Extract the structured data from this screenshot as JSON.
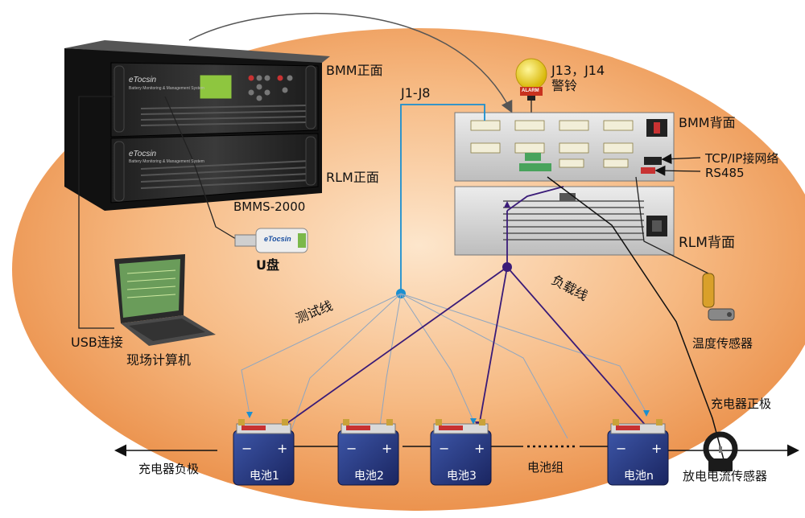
{
  "colors": {
    "background_ellipse": "#f2a868",
    "test_line": "#1a8fd0",
    "load_line": "#3a1b78",
    "chassis": "#2b2b2b",
    "panel": "#d8d8d8",
    "battery": "#2b3f8a",
    "lcd": "#8ec63f",
    "alarm": "#f2d81c"
  },
  "labels": {
    "bmm_front": "BMM正面",
    "rlm_front": "RLM正面",
    "bmms_model": "BMMS-2000",
    "u_disk": "U盘",
    "usb_link": "USB连接",
    "site_computer": "现场计算机",
    "j1_j8": "J1-J8",
    "j13_j14": "J13，J14",
    "alarm_bell": "警铃",
    "bmm_back": "BMM背面",
    "tcp_ip": "TCP/IP接网络",
    "rs485": "RS485",
    "rlm_back": "RLM背面",
    "test_wire": "测试线",
    "load_wire": "负载线",
    "temp_sensor": "温度传感器",
    "charger_positive": "充电器正极",
    "charger_negative": "充电器负极",
    "discharge_sensor": "放电电流传感器",
    "battery_group": "电池组"
  },
  "device": {
    "brand": "eTocsin",
    "bmm_subtitle": "Battery Monitoring & Management System",
    "rlm_subtitle": "Battery Monitoring & Management System",
    "usb_brand": "eTocsin",
    "alarm_text": "ALARM"
  },
  "icons": {
    "alarm": "alarm-bell-icon",
    "usb": "usb-drive-icon",
    "laptop": "laptop-icon",
    "sensor": "temperature-sensor-icon",
    "current_sensor": "current-clamp-icon"
  },
  "batteries": [
    {
      "label": "电池1"
    },
    {
      "label": "电池2"
    },
    {
      "label": "电池3"
    },
    {
      "label": "电池n"
    }
  ]
}
